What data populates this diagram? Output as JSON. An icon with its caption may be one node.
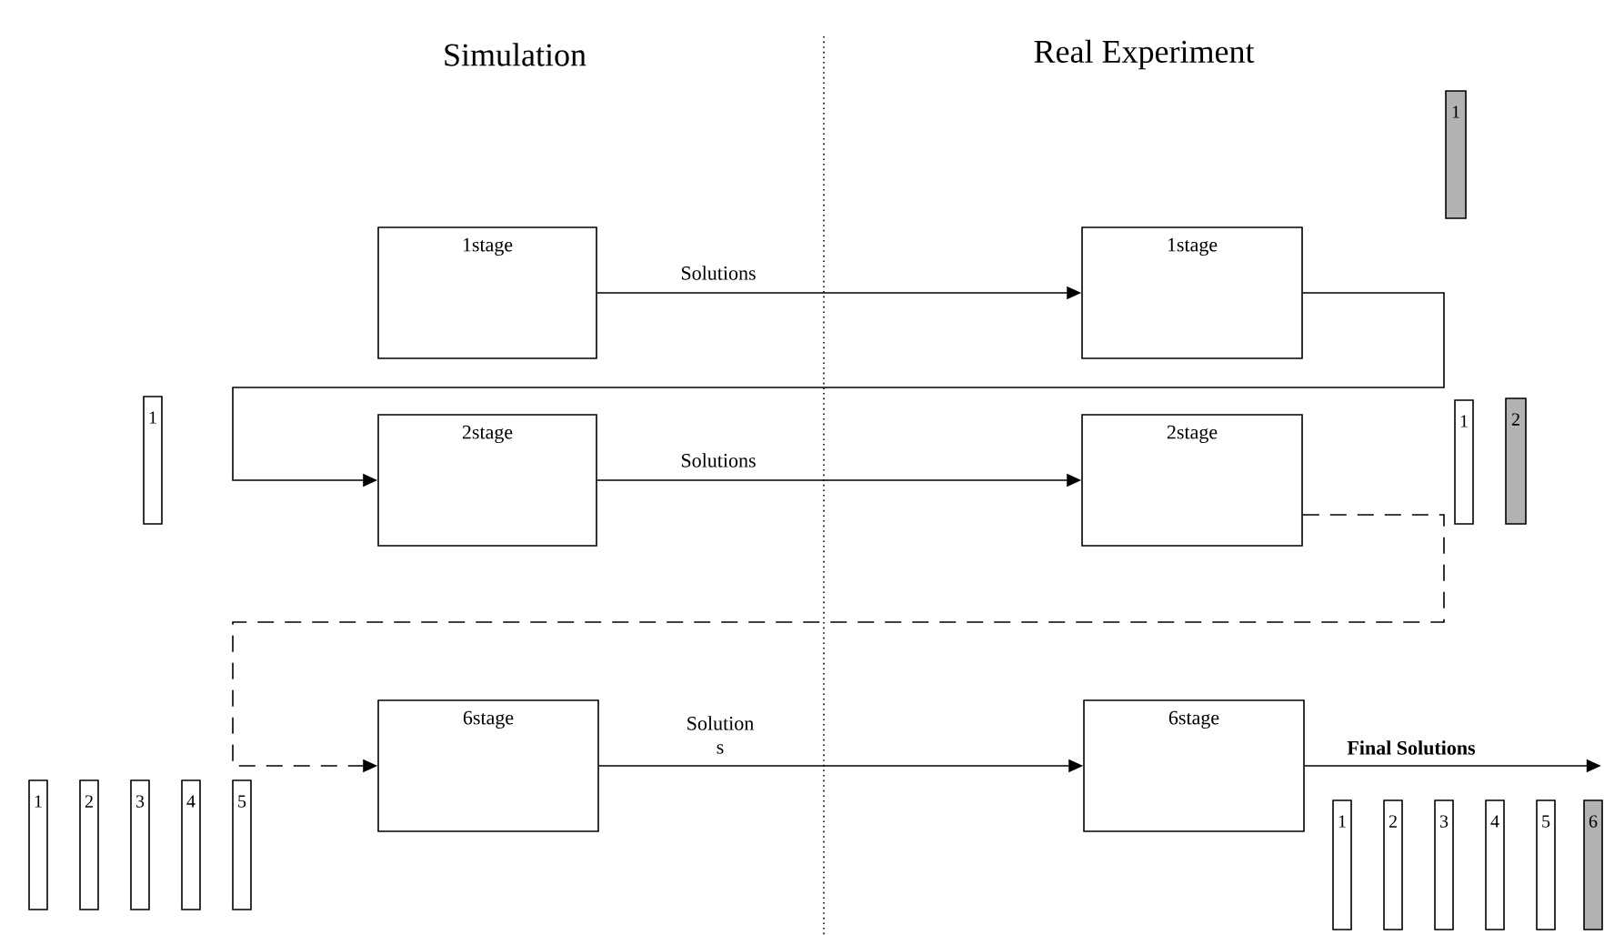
{
  "diagram": {
    "nodes": [
      {
        "text": [
          "1stage"
        ]
      },
      {
        "text": [
          "1stage"
        ]
      },
      {
        "text": [
          "1"
        ]
      },
      {
        "text": [
          "1"
        ]
      },
      {
        "text": [
          "2stage"
        ]
      },
      {
        "text": [
          "2stage"
        ]
      },
      {
        "text": [
          "1"
        ]
      },
      {
        "text": [
          "2"
        ]
      },
      {
        "text": [
          "6stage"
        ]
      },
      {
        "text": [
          "6stage"
        ]
      },
      {
        "text": [
          "1"
        ]
      },
      {
        "text": [
          "2"
        ]
      },
      {
        "text": [
          "3"
        ]
      },
      {
        "text": [
          "4"
        ]
      },
      {
        "text": [
          "5"
        ]
      },
      {
        "text": [
          "1"
        ]
      },
      {
        "text": [
          "2"
        ]
      },
      {
        "text": [
          "3"
        ]
      },
      {
        "text": [
          "4"
        ]
      },
      {
        "text": [
          "5"
        ]
      },
      {
        "text": [
          "6"
        ]
      }
    ],
    "edges": [
      {
        "from": 0,
        "to": 1,
        "arrow": "to",
        "label": "Solutions"
      },
      {
        "from": 1,
        "to": 4,
        "arrow": "to"
      },
      {
        "from": 4,
        "to": 5,
        "arrow": "to",
        "label": "Solutions"
      },
      {
        "from": 5,
        "to": 8,
        "arrow": "to",
        "style": "dashed"
      },
      {
        "from": 8,
        "to": 9,
        "arrow": "to",
        "label": "Solution s"
      },
      {
        "from": 9,
        "to": null,
        "arrow": "to",
        "label": "Final Solutions"
      }
    ],
    "labels": [
      "Simulation",
      "Real Experiment"
    ]
  }
}
